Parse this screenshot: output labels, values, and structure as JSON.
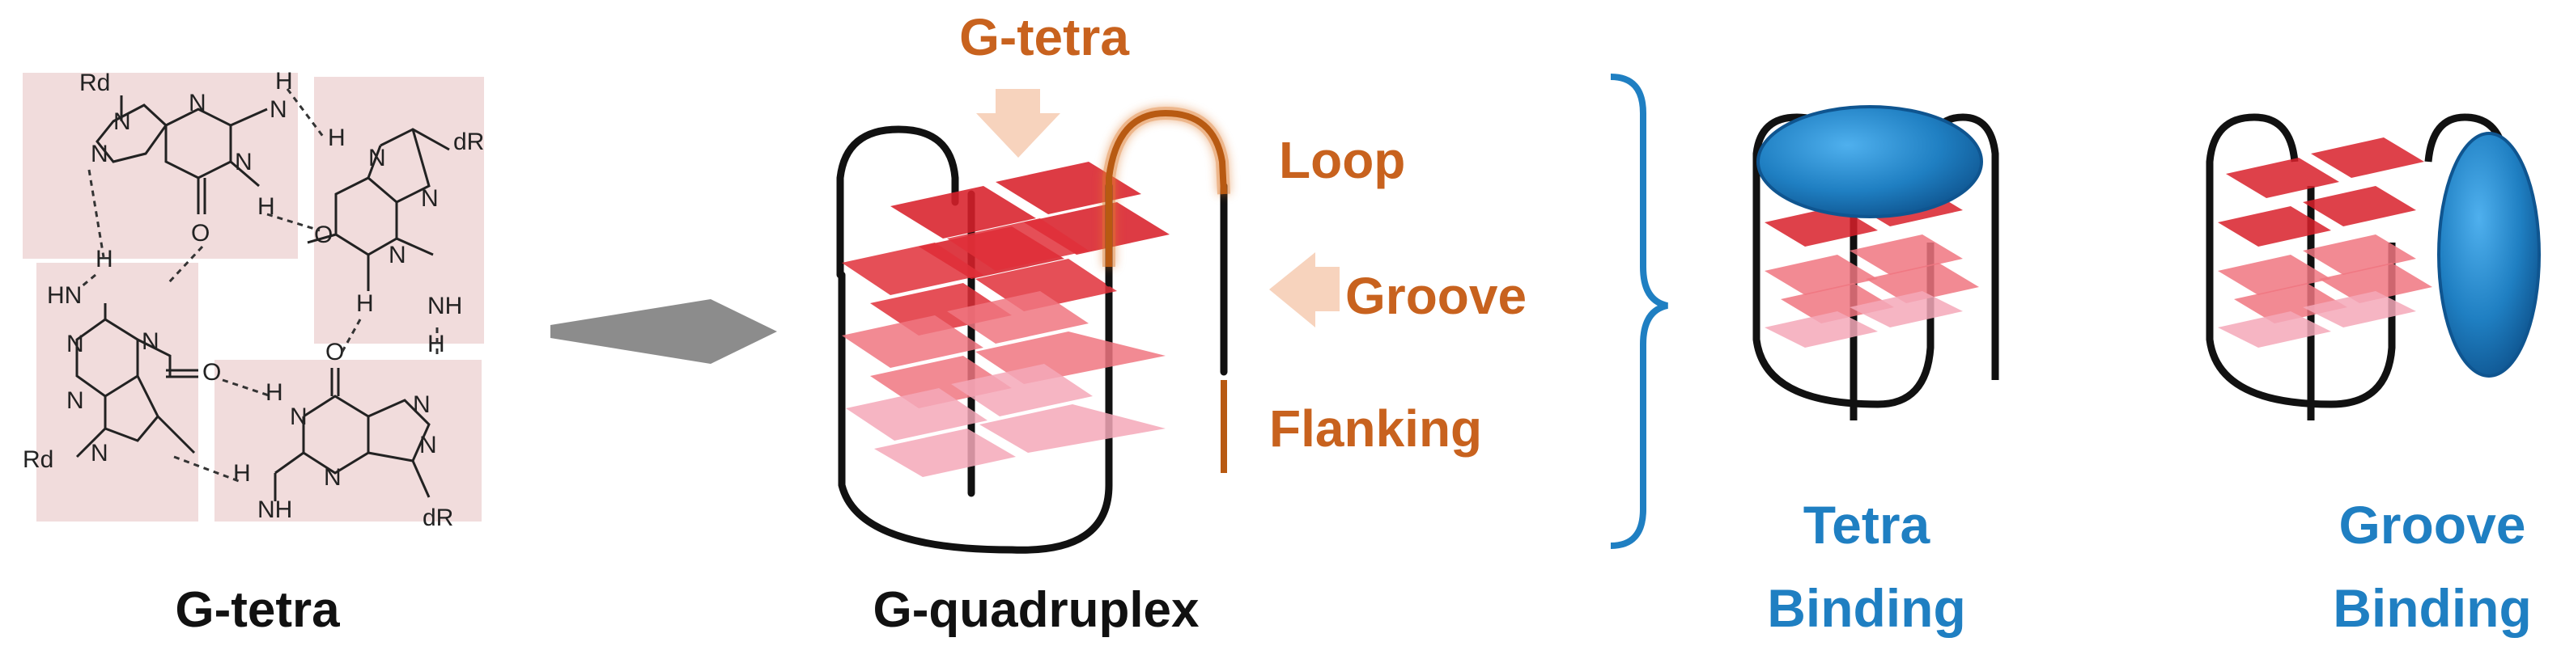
{
  "colors": {
    "orange": "#c8621e",
    "blue": "#1f7fc2",
    "pink_box": "#f1dcdc",
    "arrow_gray": "#8c8c8c",
    "tetra_red": "#d8202a",
    "tetra_pink": "#f3a4b4"
  },
  "left": {
    "caption": "G-tetra",
    "atoms": {
      "rd": "Rd",
      "dr": "dR",
      "n": "N",
      "h": "H",
      "o": "O",
      "hn": "HN",
      "nh": "NH"
    }
  },
  "arrow": {
    "icon": "right-arrow-icon"
  },
  "center": {
    "caption": "G-quadruplex",
    "labels": {
      "top": "G-tetra",
      "loop": "Loop",
      "groove": "Groove",
      "flanking": "Flanking"
    }
  },
  "right": {
    "bracket_icon": "curly-brace-icon",
    "modes": [
      {
        "line1": "Tetra",
        "line2": "Binding"
      },
      {
        "line1": "Groove",
        "line2": "Binding"
      }
    ]
  }
}
